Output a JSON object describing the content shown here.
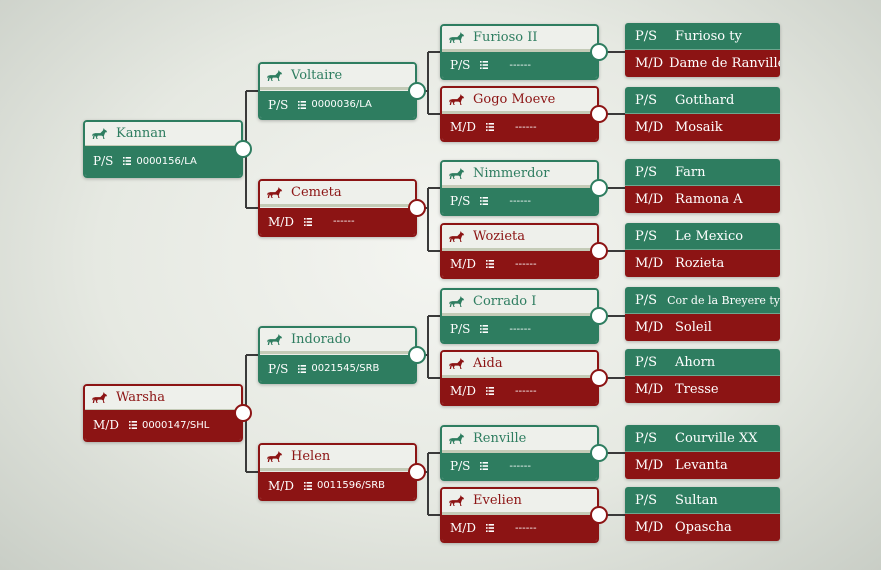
{
  "labels": {
    "sire": "P/S",
    "dam": "M/D",
    "dashes": "------"
  },
  "colors": {
    "green": "#2e7d60",
    "red": "#8c1414",
    "line": "#3a3a3a"
  },
  "icons": {
    "horse": "horse-icon",
    "list": "list-icon"
  },
  "gen1": [
    {
      "name": "Kannan",
      "sex": "sire",
      "code": "0000156/LA"
    },
    {
      "name": "Warsha",
      "sex": "dam",
      "code": "0000147/SHL"
    }
  ],
  "gen2": [
    {
      "name": "Voltaire",
      "sex": "sire",
      "code": "0000036/LA"
    },
    {
      "name": "Cemeta",
      "sex": "dam",
      "code": ""
    },
    {
      "name": "Indorado",
      "sex": "sire",
      "code": "0021545/SRB"
    },
    {
      "name": "Helen",
      "sex": "dam",
      "code": "0011596/SRB"
    }
  ],
  "gen3": [
    {
      "name": "Furioso II",
      "sex": "sire"
    },
    {
      "name": "Gogo Moeve",
      "sex": "dam"
    },
    {
      "name": "Nimmerdor",
      "sex": "sire"
    },
    {
      "name": "Wozieta",
      "sex": "dam"
    },
    {
      "name": "Corrado I",
      "sex": "sire"
    },
    {
      "name": "Aida",
      "sex": "dam"
    },
    {
      "name": "Renville",
      "sex": "sire"
    },
    {
      "name": "Evelien",
      "sex": "dam"
    }
  ],
  "gen4": [
    {
      "sire": "Furioso ty",
      "dam": "Dame de Ranville"
    },
    {
      "sire": "Gotthard",
      "dam": "Mosaik"
    },
    {
      "sire": "Farn",
      "dam": "Ramona A"
    },
    {
      "sire": "Le Mexico",
      "dam": "Rozieta"
    },
    {
      "sire": "Cor de la Breyere ty",
      "dam": "Soleil"
    },
    {
      "sire": "Ahorn",
      "dam": "Tresse"
    },
    {
      "sire": "Courville XX",
      "dam": "Levanta"
    },
    {
      "sire": "Sultan",
      "dam": "Opascha"
    }
  ]
}
